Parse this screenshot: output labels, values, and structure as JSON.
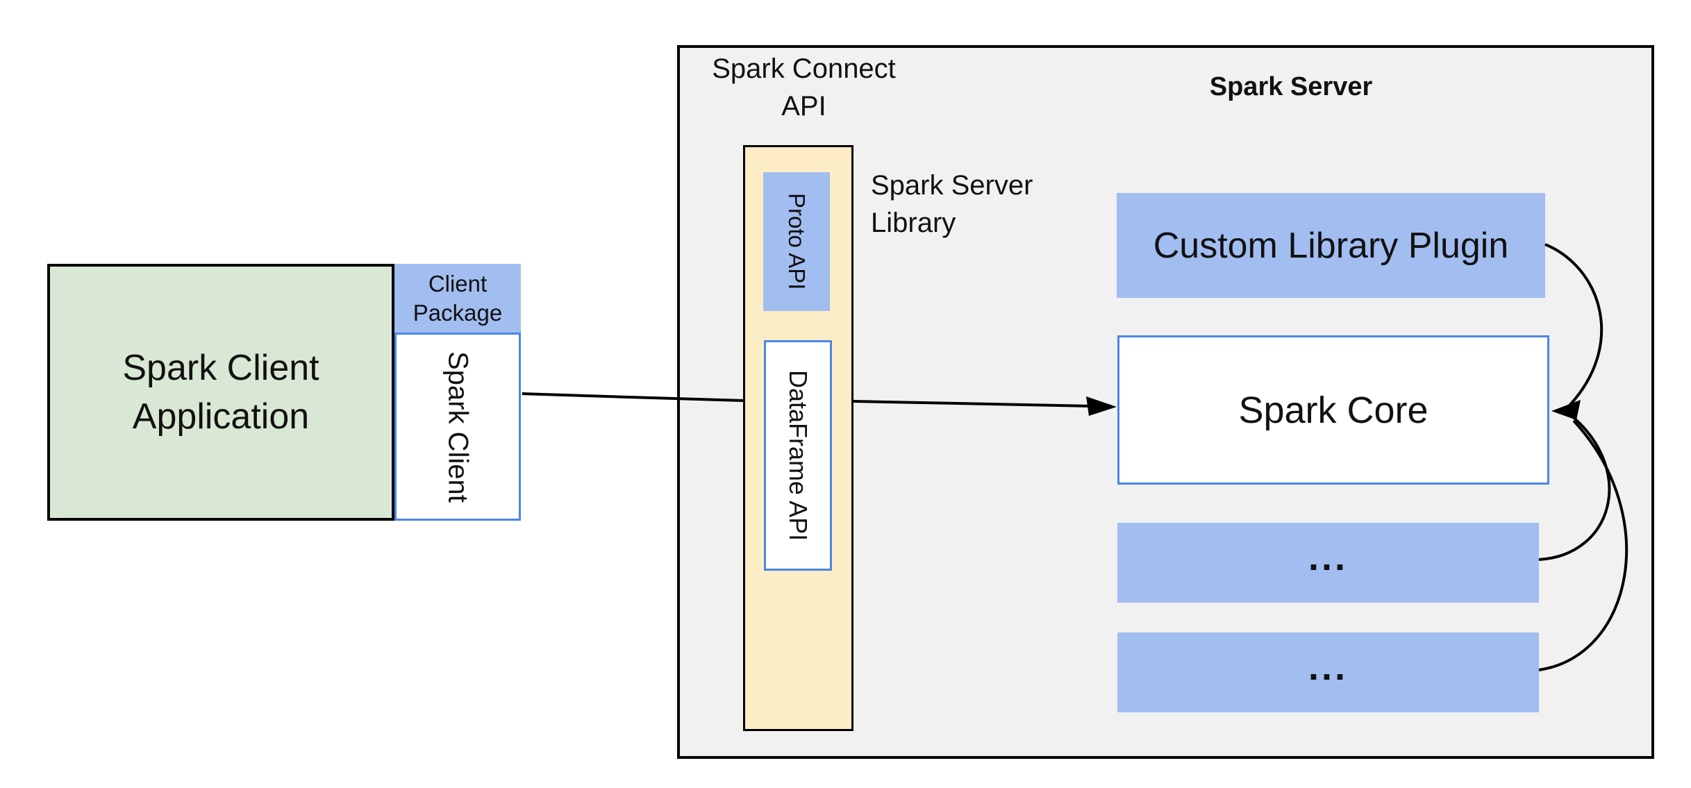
{
  "colors": {
    "canvas_bg": "#ffffff",
    "container_gray": "#f1f1f2",
    "box_blue": "#a2bdf0",
    "border_blue": "#4a86e8",
    "box_green": "#d9e8d4",
    "box_yellow": "#fdedc7",
    "outline_black": "#000000",
    "text": "#111111"
  },
  "client": {
    "app_lines": [
      "Spark Client",
      "Application"
    ],
    "package_lines": [
      "Client",
      "Package"
    ],
    "spark_client_label": "Spark Client"
  },
  "connect_api": {
    "title_lines": [
      "Spark Connect",
      "API"
    ],
    "proto_api_label": "Proto API",
    "dataframe_api_label": "DataFrame API",
    "server_library_lines": [
      "Spark Server",
      "Library"
    ]
  },
  "server": {
    "title": "Spark Server",
    "plugin_label": "Custom Library Plugin",
    "core_label": "Spark Core",
    "more_plugins_top": "...",
    "more_plugins_bottom": "..."
  }
}
